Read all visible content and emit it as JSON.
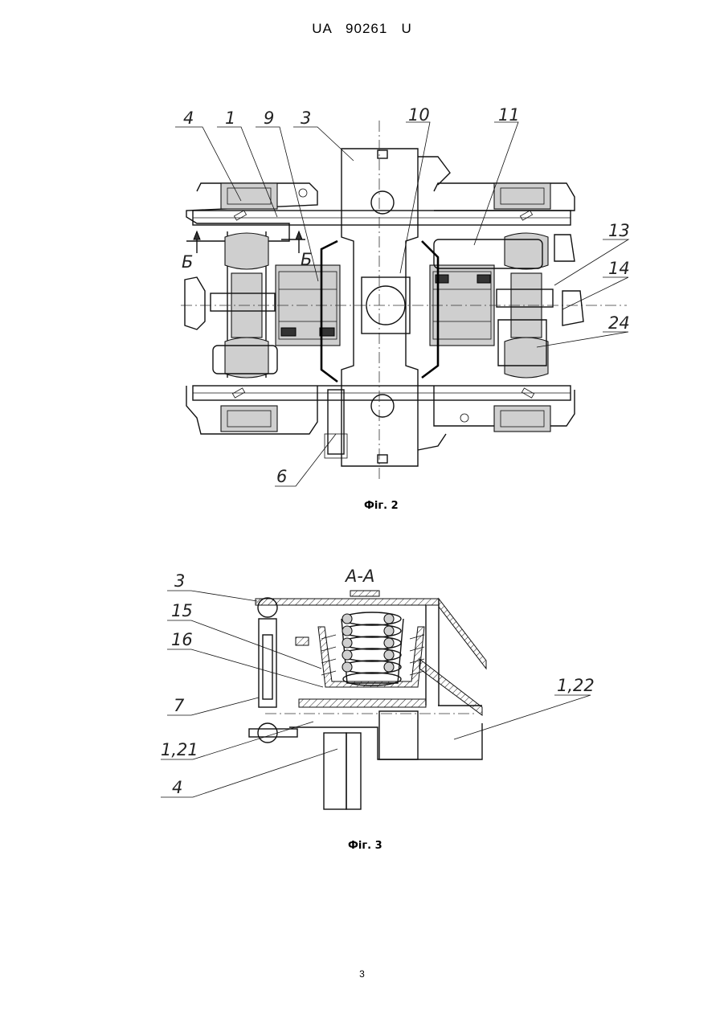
{
  "header": {
    "doc_number": "UA   90261   U"
  },
  "figure2": {
    "caption": "Фіг. 2",
    "section_marks": [
      "Б",
      "Б"
    ],
    "callouts": [
      "4",
      "1",
      "9",
      "3",
      "10",
      "11",
      "13",
      "14",
      "24",
      "6"
    ]
  },
  "figure3": {
    "caption": "Фіг. 3",
    "section_title": "А-А",
    "callouts": [
      "3",
      "15",
      "16",
      "7",
      "1,21",
      "4",
      "1,22"
    ]
  },
  "footer": {
    "page_number": "3"
  }
}
